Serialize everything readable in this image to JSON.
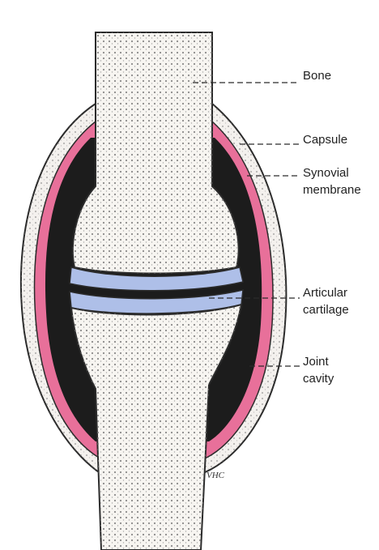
{
  "labels": {
    "bone": "Bone",
    "capsule": "Capsule",
    "synovial": [
      "Synovial",
      "membrane"
    ],
    "cartilage": [
      "Articular",
      "cartilage"
    ],
    "cavity": [
      "Joint",
      "cavity"
    ]
  },
  "signature": "VHC",
  "colors": {
    "synovial_membrane": "#e8709a",
    "articular_cartilage": "#aebfe8",
    "joint_cavity": "#1c1c1c",
    "capsule_fill": "#f4f1ee",
    "bone_fill": "#f7f5f1",
    "line": "#2b2b2b"
  }
}
